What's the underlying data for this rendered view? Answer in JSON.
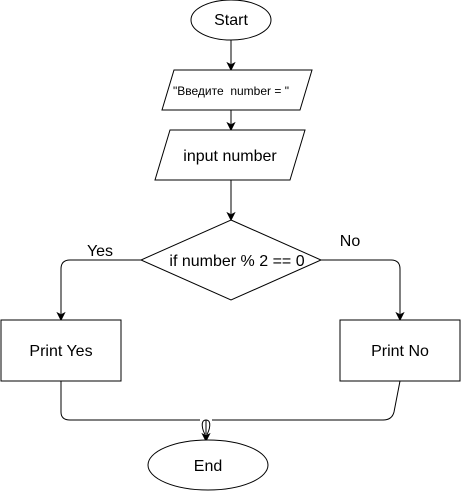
{
  "flowchart": {
    "nodes": {
      "start": {
        "shape": "ellipse",
        "label": "Start"
      },
      "prompt": {
        "shape": "parallelogram",
        "label": "\"Введите  number = \""
      },
      "input": {
        "shape": "parallelogram",
        "label": "input number"
      },
      "decision": {
        "shape": "diamond",
        "label": "if number % 2 == 0"
      },
      "print_yes": {
        "shape": "rectangle",
        "label": "Print Yes"
      },
      "print_no": {
        "shape": "rectangle",
        "label": "Print No"
      },
      "end": {
        "shape": "ellipse",
        "label": "End"
      }
    },
    "edges": [
      {
        "from": "start",
        "to": "prompt",
        "label": ""
      },
      {
        "from": "prompt",
        "to": "input",
        "label": ""
      },
      {
        "from": "input",
        "to": "decision",
        "label": ""
      },
      {
        "from": "decision",
        "to": "print_yes",
        "label": "Yes"
      },
      {
        "from": "decision",
        "to": "print_no",
        "label": "No"
      },
      {
        "from": "print_yes",
        "to": "end",
        "label": ""
      },
      {
        "from": "print_no",
        "to": "end",
        "label": ""
      }
    ],
    "branch_labels": {
      "yes": "Yes",
      "no": "No"
    }
  }
}
